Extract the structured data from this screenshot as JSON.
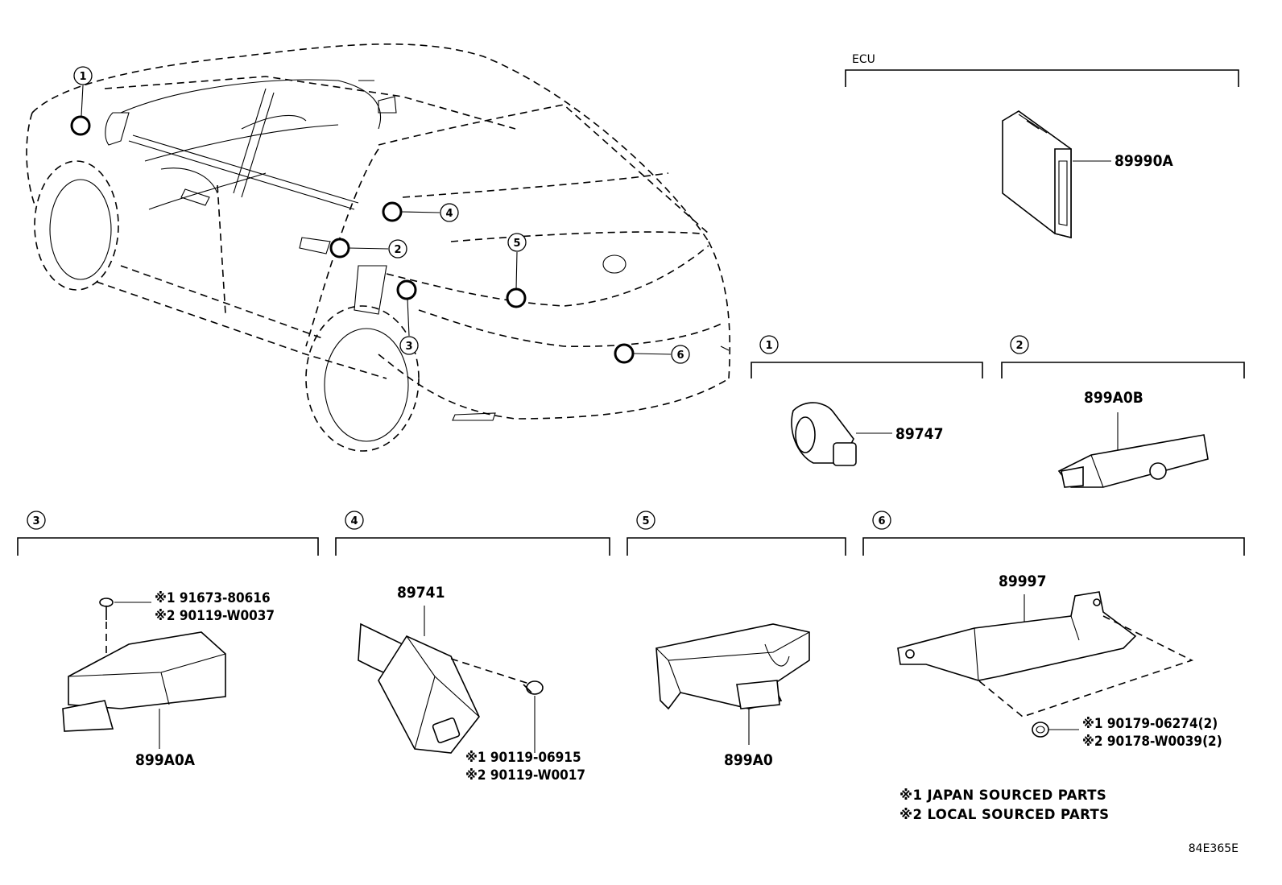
{
  "ecu_label": "ECU",
  "diagram_code": "84E365E",
  "callouts": [
    "1",
    "2",
    "3",
    "4",
    "5",
    "6"
  ],
  "parts": {
    "ecu": "89990A",
    "p1": "89747",
    "p2": "899A0B",
    "p3": "899A0A",
    "p4": "89741",
    "p5": "899A0",
    "p6": "89997"
  },
  "bolts": {
    "b3_1": "※1 91673-80616",
    "b3_2": "※2 90119-W0037",
    "b4_1": "※1 90119-06915",
    "b4_2": "※2 90119-W0017",
    "b6_1": "※1 90179-06274(2)",
    "b6_2": "※2 90178-W0039(2)"
  },
  "legend": {
    "line1": "※1 JAPAN SOURCED PARTS",
    "line2": "※2 LOCAL SOURCED PARTS"
  }
}
